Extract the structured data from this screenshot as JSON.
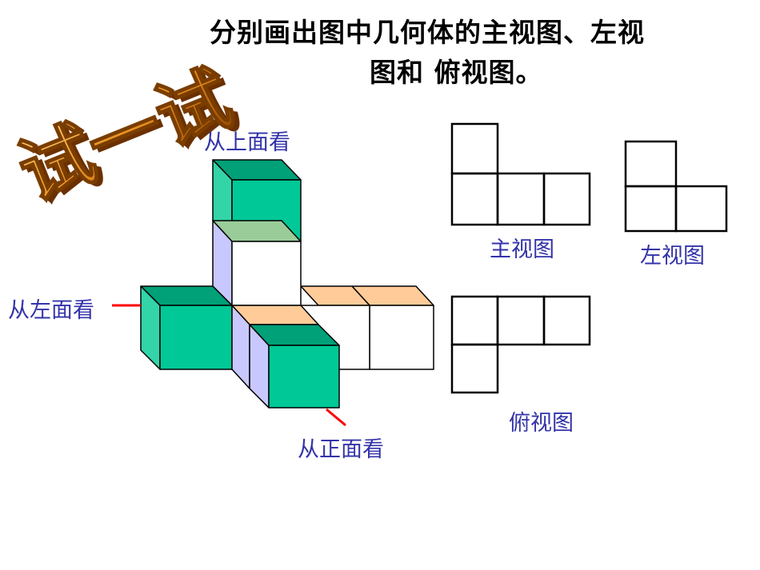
{
  "title": {
    "line1": "分别画出图中几何体的主视图、左视",
    "line2": "图和  俯视图。"
  },
  "badge_text": "试一试",
  "labels": {
    "top_view_dir": "从上面看",
    "left_view_dir": "从左面看",
    "front_view_dir": "从正面看",
    "front_view": "主视图",
    "left_view": "左视图",
    "top_view": "俯视图"
  },
  "colors": {
    "green_front": "#00c896",
    "green_top": "#00a078",
    "green_side": "#33d4a8",
    "lavender": "#c8c8ff",
    "peach": "#ffcc99",
    "light_green": "#99cc99",
    "badge_orange": "#d98a1a",
    "badge_shadow": "#7a3d00",
    "arrow_red": "#ff0000",
    "label_blue": "#3333aa"
  }
}
